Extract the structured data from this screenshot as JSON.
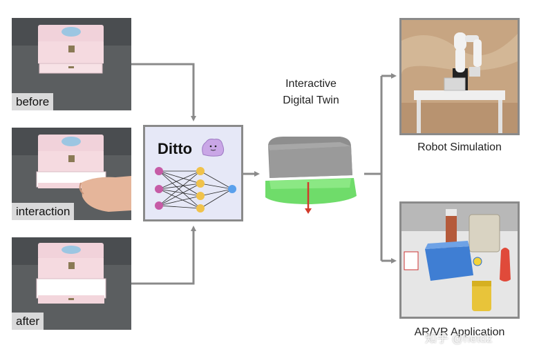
{
  "inputs": {
    "before_label": "before",
    "interaction_label": "interaction",
    "after_label": "after"
  },
  "model": {
    "name": "Ditto"
  },
  "twin": {
    "title_line1": "Interactive",
    "title_line2": "Digital Twin"
  },
  "outputs": {
    "robot_label": "Robot Simulation",
    "ar_label": "AR/VR Application"
  },
  "watermark": "知乎 @hetdz",
  "colors": {
    "arrow": "#8a8a8a",
    "input_node": "#c65ba6",
    "hidden_node": "#f0c24b",
    "output_node": "#5aa0ec",
    "drawer_green": "#6fdc6a",
    "box_pink": "#f3d6dc"
  }
}
